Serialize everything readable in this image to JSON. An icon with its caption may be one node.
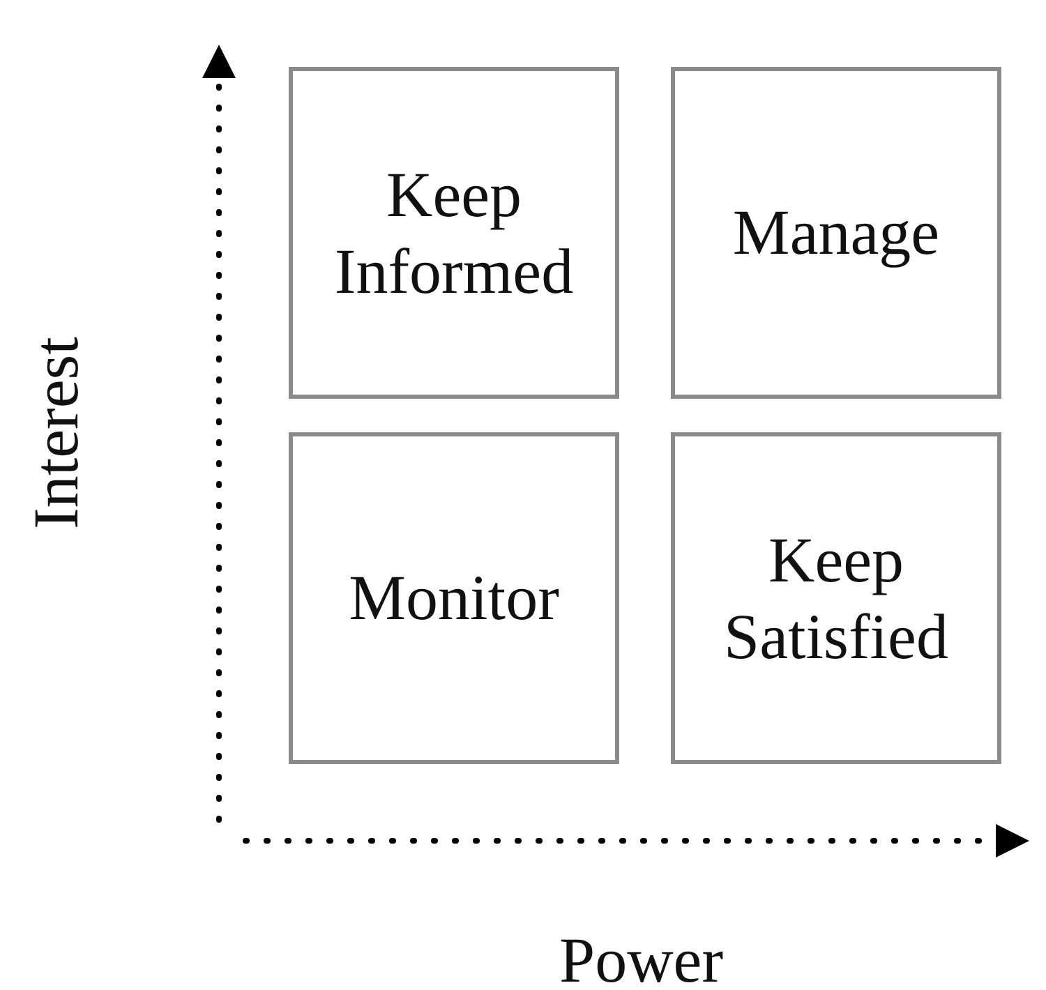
{
  "diagram": {
    "nodes": [
      {
        "text": [
          "Keep Informed"
        ]
      },
      {
        "text": [
          "Manage"
        ]
      },
      {
        "text": [
          "Monitor"
        ]
      },
      {
        "text": [
          "Keep Satisfied"
        ]
      }
    ],
    "labels": [
      "Interest",
      "Power"
    ]
  }
}
